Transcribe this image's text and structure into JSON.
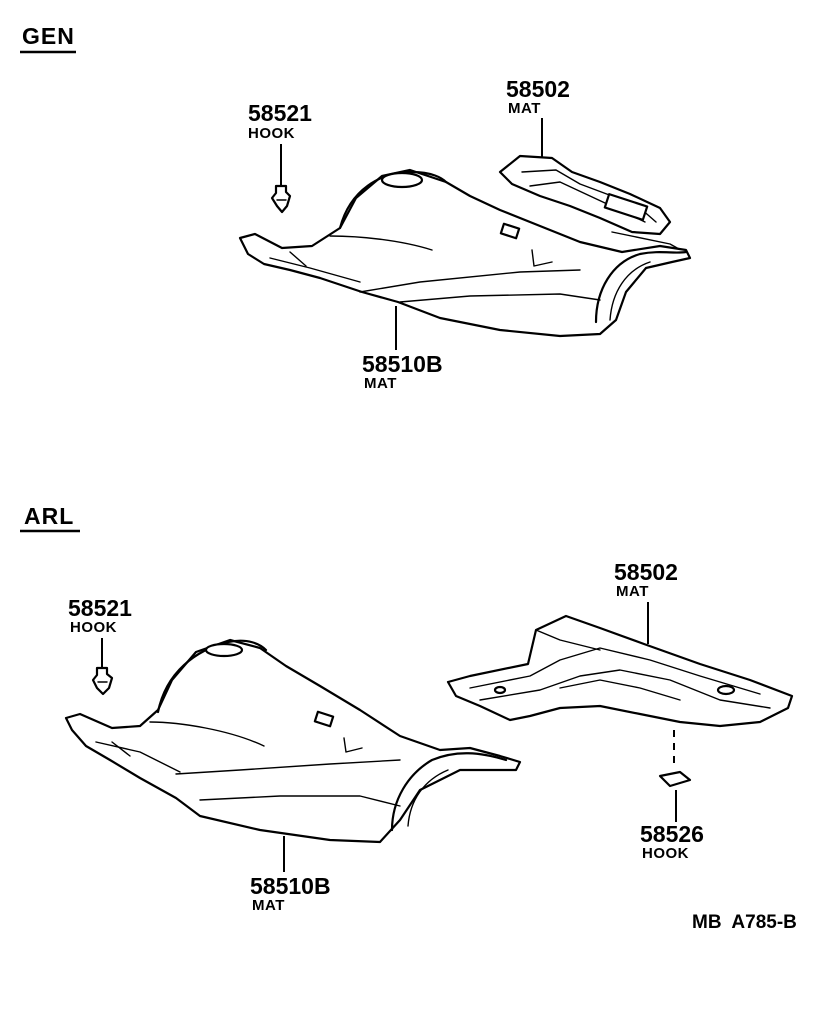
{
  "sections": [
    {
      "title": "GEN",
      "parts": [
        {
          "number": "58521",
          "name": "HOOK"
        },
        {
          "number": "58502",
          "name": "MAT"
        },
        {
          "number": "58510B",
          "name": "MAT"
        }
      ]
    },
    {
      "title": "ARL",
      "parts": [
        {
          "number": "58521",
          "name": "HOOK"
        },
        {
          "number": "58502",
          "name": "MAT"
        },
        {
          "number": "58526",
          "name": "HOOK"
        },
        {
          "number": "58510B",
          "name": "MAT"
        }
      ]
    }
  ],
  "reference_code": "MB  A785-B"
}
